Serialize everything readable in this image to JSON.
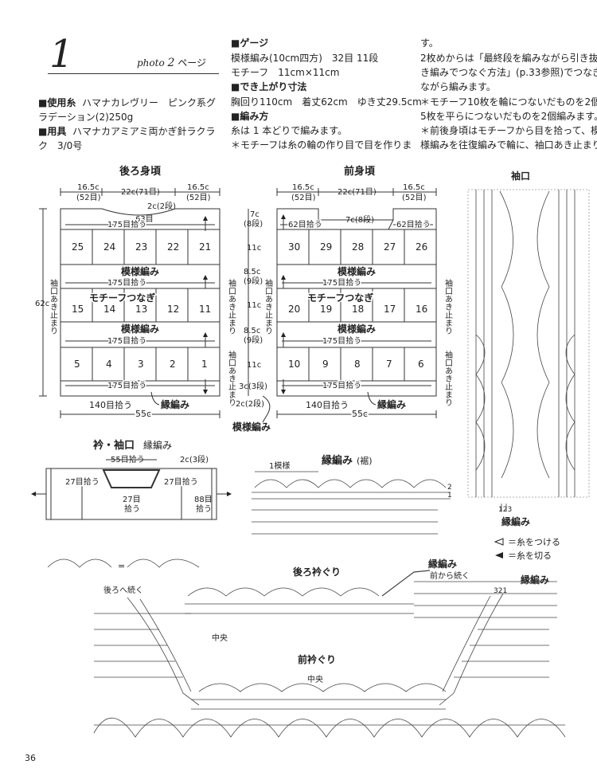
{
  "header": {
    "number": "1",
    "photo_word": "photo",
    "photo_num": "2",
    "photo_suffix": "ページ"
  },
  "materials": {
    "yarn_label": "■使用糸",
    "yarn_line1": "ハマナカレヴリー　ピンク系グ",
    "yarn_line2": "ラデーション(2)250g",
    "tool_label": "■用具",
    "tool_line1": "ハマナカアミアミ両かぎ針ラクラ",
    "tool_line2": "ク　3/0号"
  },
  "specs": {
    "gauge_title": "■ゲージ",
    "gauge_line1": "模様編み(10cm四方)　32目 11段",
    "gauge_line2": "モチーフ　11cm×11cm",
    "size_title": "■でき上がり寸法",
    "size_line": "胸回り110cm　着丈62cm　ゆき丈29.5cm",
    "method_title": "■編み方",
    "method_line1": "糸は 1 本どりで編みます。",
    "method_line2": "＊モチーフは糸の輪の作り目で目を作りま"
  },
  "method_cont": {
    "l1": "す。",
    "l2": "2枚めからは「最終段を編みながら引き抜",
    "l3": "き編みでつなぐ方法」(p.33参照)でつなぎ",
    "l4": "ながら編みます。",
    "l5": "＊モチーフ10枚を輪につないだものを2個、",
    "l6": "5枚を平らにつないだものを2個編みます。",
    "l7": "＊前後身頃はモチーフから目を拾って、模",
    "l8": "様編みを往復編みで輪に、袖口あき止まり"
  },
  "back": {
    "title": "後ろ身頃",
    "dim_left": "16.5c",
    "dim_left2": "(52目)",
    "dim_mid": "22c(71目)",
    "dim_right": "16.5c",
    "dim_right2": "(52目)",
    "neck_drop": "2c(2段)",
    "neck_sts": "63目",
    "pick_175": "175目拾う",
    "motifs_top": [
      "25",
      "24",
      "23",
      "22",
      "21"
    ],
    "motifs_mid": [
      "15",
      "14",
      "13",
      "12",
      "11"
    ],
    "motifs_bot": [
      "5",
      "4",
      "3",
      "2",
      "1"
    ],
    "pattern": "模様編み",
    "motif_join": "モチーフつなぎ",
    "pick_140": "140目拾う",
    "edge": "縁編み",
    "width": "55c",
    "length": "62c",
    "armhole": "袖口あき止まり"
  },
  "front": {
    "title": "前身頃",
    "dim_left": "16.5c",
    "dim_left2": "(52目)",
    "dim_mid": "22c(71目)",
    "dim_right": "16.5c",
    "dim_right2": "(52目)",
    "pick_62": "62目拾う",
    "neck": "7c(8段)",
    "pick_175": "175目拾う",
    "motifs_top": [
      "30",
      "29",
      "28",
      "27",
      "26"
    ],
    "motifs_mid": [
      "20",
      "19",
      "18",
      "17",
      "16"
    ],
    "motifs_bot": [
      "10",
      "9",
      "8",
      "7",
      "6"
    ],
    "pattern": "模様編み",
    "motif_join": "モチーフつなぎ",
    "pick_140": "140目拾う",
    "edge": "縁編み",
    "width": "55c",
    "armhole": "袖口あき止まり"
  },
  "center_dims": {
    "d1": "7c",
    "d1b": "(8段)",
    "d2": "11c",
    "d3": "8.5c",
    "d3b": "(9段)",
    "d4": "11c",
    "d5": "8.5c",
    "d5b": "(9段)",
    "d6": "11c",
    "d7": "3c(3段)",
    "d8": "2c(2段)",
    "pattern_bottom": "模様編み"
  },
  "collar": {
    "title": "衿・袖口",
    "title2": "縁編み",
    "pick_55": "55目拾う",
    "rows": "2c(3段)",
    "pick_27a": "27目拾う",
    "pick_27b": "27目拾う",
    "pick_27c": "27目",
    "pick_27c2": "拾う",
    "pick_88": "88目",
    "pick_88b": "拾う"
  },
  "hem": {
    "title": "縁編み",
    "title_paren": "(裾)",
    "repeat": "1模様",
    "row2": "2",
    "row1": "1"
  },
  "sleeve": {
    "title": "袖口",
    "edge": "縁編み",
    "rows": "123"
  },
  "legend": {
    "attach": "＝糸をつける",
    "cut": "＝糸を切る"
  },
  "neckline": {
    "back_title": "後ろ衿ぐり",
    "front_title": "前衿ぐり",
    "edge1": "縁編み",
    "from_front": "前から続く",
    "edge2": "縁編み",
    "from_back": "後ろへ続く",
    "center1": "中央",
    "center2": "中央",
    "row_nums": "321"
  },
  "footer": {
    "page": "36"
  }
}
